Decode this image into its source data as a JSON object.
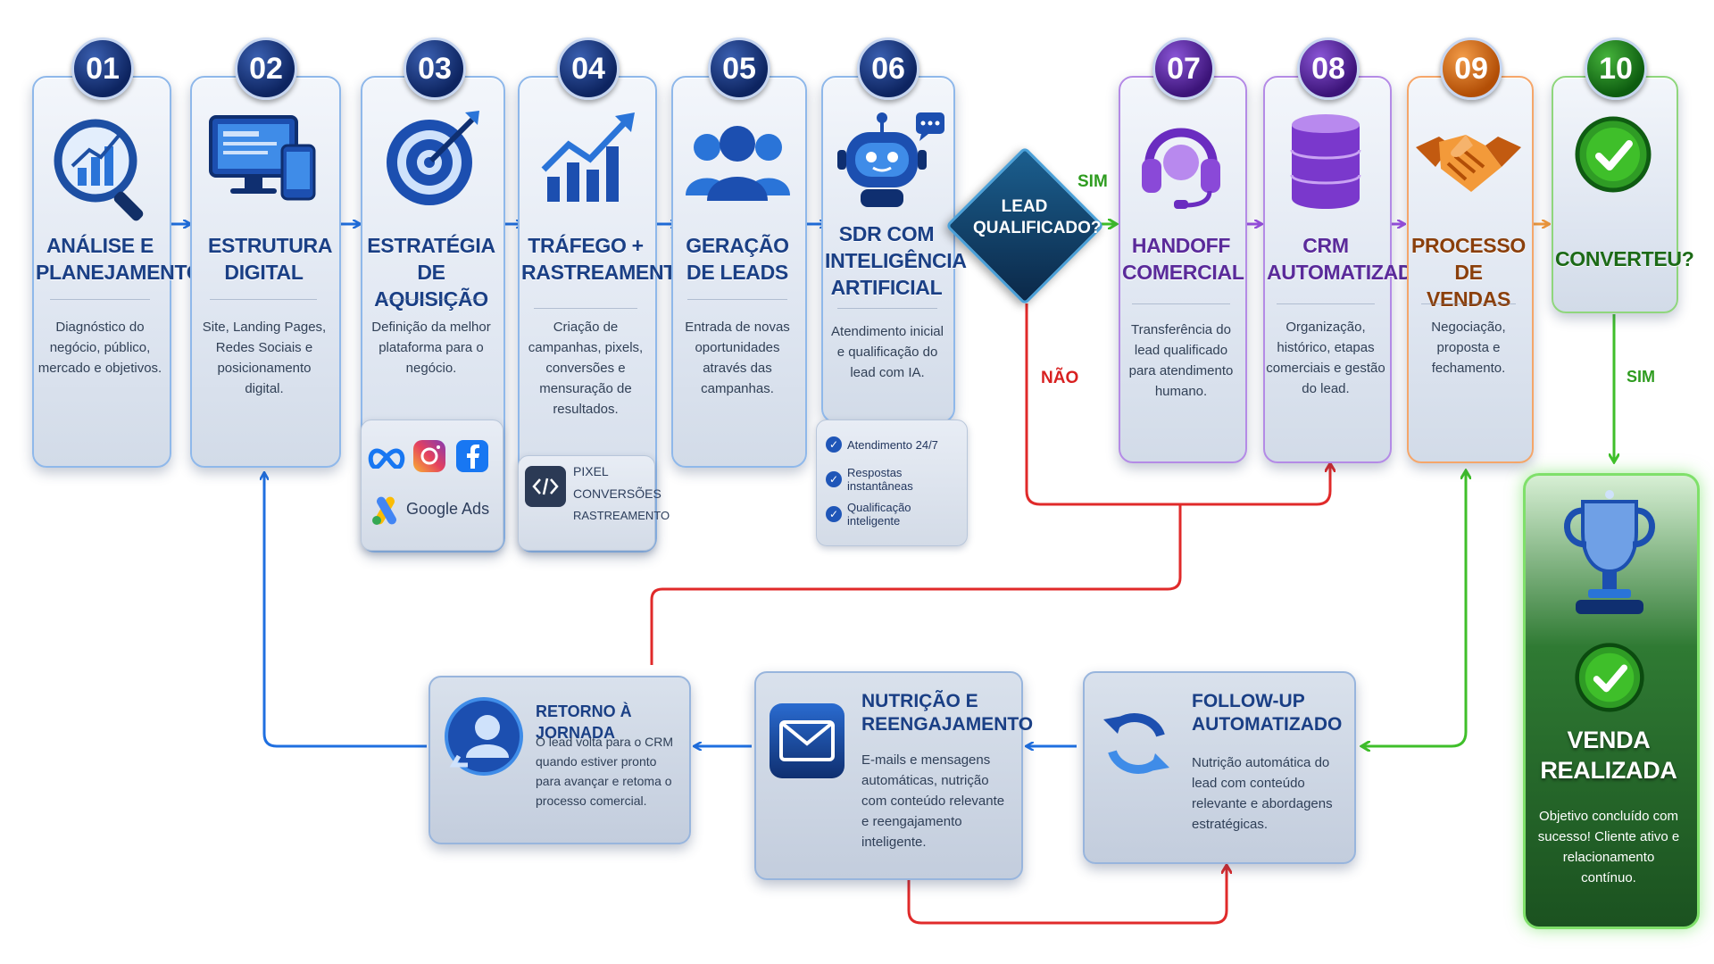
{
  "steps": [
    {
      "number": "01",
      "title": "ANÁLISE E PLANEJAMENTO",
      "desc": "Diagnóstico do negócio, público, mercado e objetivos.",
      "icon": "magnifier-chart-icon"
    },
    {
      "number": "02",
      "title": "ESTRUTURA DIGITAL",
      "desc": "Site, Landing Pages, Redes Sociais e posicionamento digital.",
      "icon": "devices-icon"
    },
    {
      "number": "03",
      "title": "ESTRATÉGIA DE AQUISIÇÃO",
      "desc": "Definição da melhor plataforma para o negócio.",
      "icon": "target-icon"
    },
    {
      "number": "04",
      "title": "TRÁFEGO + RASTREAMENTO",
      "desc": "Criação de campanhas, pixels, conversões e mensuração de resultados.",
      "icon": "growth-chart-icon"
    },
    {
      "number": "05",
      "title": "GERAÇÃO DE LEADS",
      "desc": "Entrada de novas oportunidades através das campanhas.",
      "icon": "people-group-icon"
    },
    {
      "number": "06",
      "title": "SDR COM INTELIGÊNCIA ARTIFICIAL",
      "desc": "Atendimento inicial e qualificação do lead com IA.",
      "icon": "robot-icon"
    },
    {
      "number": "07",
      "title": "HANDOFF COMERCIAL",
      "desc": "Transferência do lead qualificado para atendimento humano.",
      "icon": "headset-icon"
    },
    {
      "number": "08",
      "title": "CRM AUTOMATIZADO",
      "desc": "Organização, histórico, etapas comerciais e gestão do lead.",
      "icon": "database-icon"
    },
    {
      "number": "09",
      "title": "PROCESSO DE VENDAS",
      "desc": "Negociação, proposta e fechamento.",
      "icon": "handshake-icon"
    },
    {
      "number": "10",
      "title": "CONVERTEU?",
      "desc": "",
      "icon": "check-circle-icon"
    }
  ],
  "platforms": {
    "google_ads": "Google Ads"
  },
  "pixel_box": {
    "line1": "PIXEL",
    "line2": "CONVERSÕES",
    "line3": "RASTREAMENTO"
  },
  "sdr_features": [
    "Atendimento 24/7",
    "Respostas instantâneas",
    "Qualificação inteligente"
  ],
  "decision": {
    "label": "LEAD QUALIFICADO?",
    "yes": "SIM",
    "no": "NÃO"
  },
  "converted_yes": "SIM",
  "bottom": [
    {
      "title": "FOLLOW-UP AUTOMATIZADO",
      "desc": "Nutrição automática do lead com conteúdo relevante e abordagens estratégicas.",
      "icon": "refresh-icon"
    },
    {
      "title": "NUTRIÇÃO E REENGAJAMENTO",
      "desc": "E-mails e mensagens automáticas, nutrição com conteúdo relevante e reengajamento inteligente.",
      "icon": "envelope-icon"
    },
    {
      "title": "RETORNO À JORNADA",
      "desc": "O lead volta para o CRM quando estiver pronto para avançar e retoma o processo comercial.",
      "icon": "user-return-icon"
    }
  ],
  "sale": {
    "title": "VENDA REALIZADA",
    "desc": "Objetivo concluído com sucesso! Cliente ativo e relacionamento contínuo.",
    "icon": "trophy-icon"
  },
  "colors": {
    "blue": "#1f6fe0",
    "purple": "#9b4fe0",
    "orange": "#f39a3a",
    "green": "#3fbf2a",
    "red": "#e02a2a"
  }
}
